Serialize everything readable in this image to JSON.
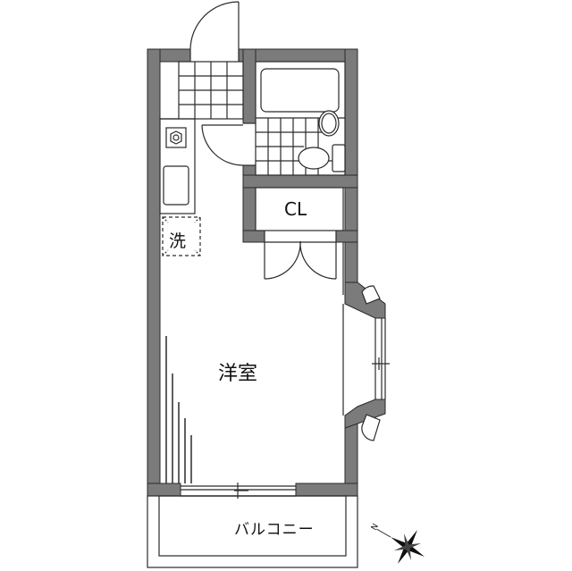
{
  "floor_plan": {
    "rooms": {
      "main_room": "洋室",
      "closet": "CL",
      "washer_space": "洗",
      "balcony": "バルコニー"
    },
    "compass": {
      "north_label": "N",
      "icon": "compass-rose-icon"
    },
    "colors": {
      "wall": "#7b7b7b",
      "line": "#2a2a2a",
      "background": "#ffffff"
    }
  }
}
